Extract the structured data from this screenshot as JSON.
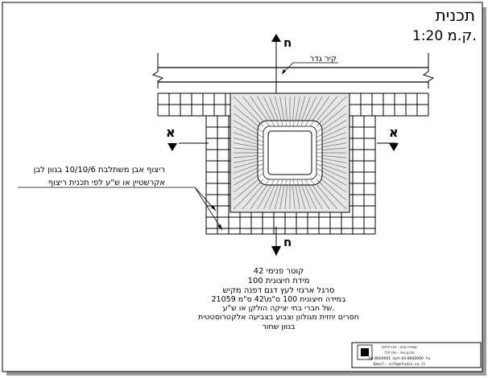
{
  "title": "תכנית",
  "scale": {
    "label": "ק.מ.",
    "value": "1:20"
  },
  "section_markers": {
    "vertical_letter": "ח",
    "horizontal_letter": "א"
  },
  "labels": {
    "fence_wall": "קיר גדר",
    "paving_line1": "ריצוף אבן משתלבת 10/10/6 בגוון לבן",
    "paving_line2": "אקרשטיין או ש\"ע לפי תכנית ריצוף"
  },
  "notes": [
    "קוטר פנימי 42",
    "מידת חיצונית 100",
    "סרגל ארגזי לעץ דגם דפנה מקיש",
    "21059 במידה חיצונית 100 ס\"מ\\42 ס\"מ",
    "של חברי בתי יציקה הולקן או ש\"ע.",
    "חסרים יחזית מגולוון וצבוע בצביעה אלקטרוסטטית",
    "בגוון שחור"
  ],
  "title_block": {
    "line1": "סטודיו גנים - אדריכלות",
    "line2": "תכנון נופי - אדריכלי",
    "line3": "טל: 04-8600000 פקס: 04-8600001",
    "line4": "Email: info@studio.co.il"
  }
}
